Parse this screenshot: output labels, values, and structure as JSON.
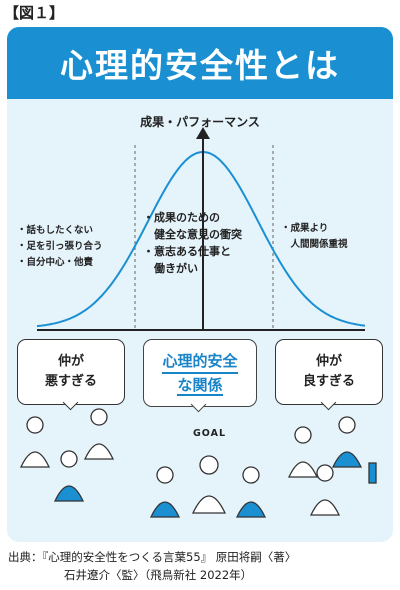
{
  "figure_label": "【図１】",
  "banner_title": "心理的安全性とは",
  "chart_data": {
    "type": "line",
    "ylabel": "成果・パフォーマンス",
    "regions": [
      {
        "name": "仲が悪すぎる",
        "notes": [
          "・話もしたくない",
          "・足を引っ張り合う",
          "・自分中心・他責"
        ]
      },
      {
        "name": "心理的安全な関係",
        "notes": [
          "・成果のための",
          "　健全な意見の衝突",
          "・意志ある仕事と",
          "　働きがい"
        ]
      },
      {
        "name": "仲が良すぎる",
        "notes": [
          "・成果より",
          "　人間関係重視"
        ]
      }
    ]
  },
  "boxes": {
    "left": [
      "仲が",
      "悪すぎる"
    ],
    "center": [
      "心理的安全",
      "な関係"
    ],
    "right": [
      "仲が",
      "良すぎる"
    ]
  },
  "goal_text": "GOAL",
  "colors": {
    "accent": "#1a90d2",
    "background": "#e5f3fb"
  },
  "source": {
    "line1": "出典：『心理的安全性をつくる言葉55』 原田将嗣〈著〉",
    "line2": "石井遼介〈監〉（飛鳥新社 2022年）"
  }
}
